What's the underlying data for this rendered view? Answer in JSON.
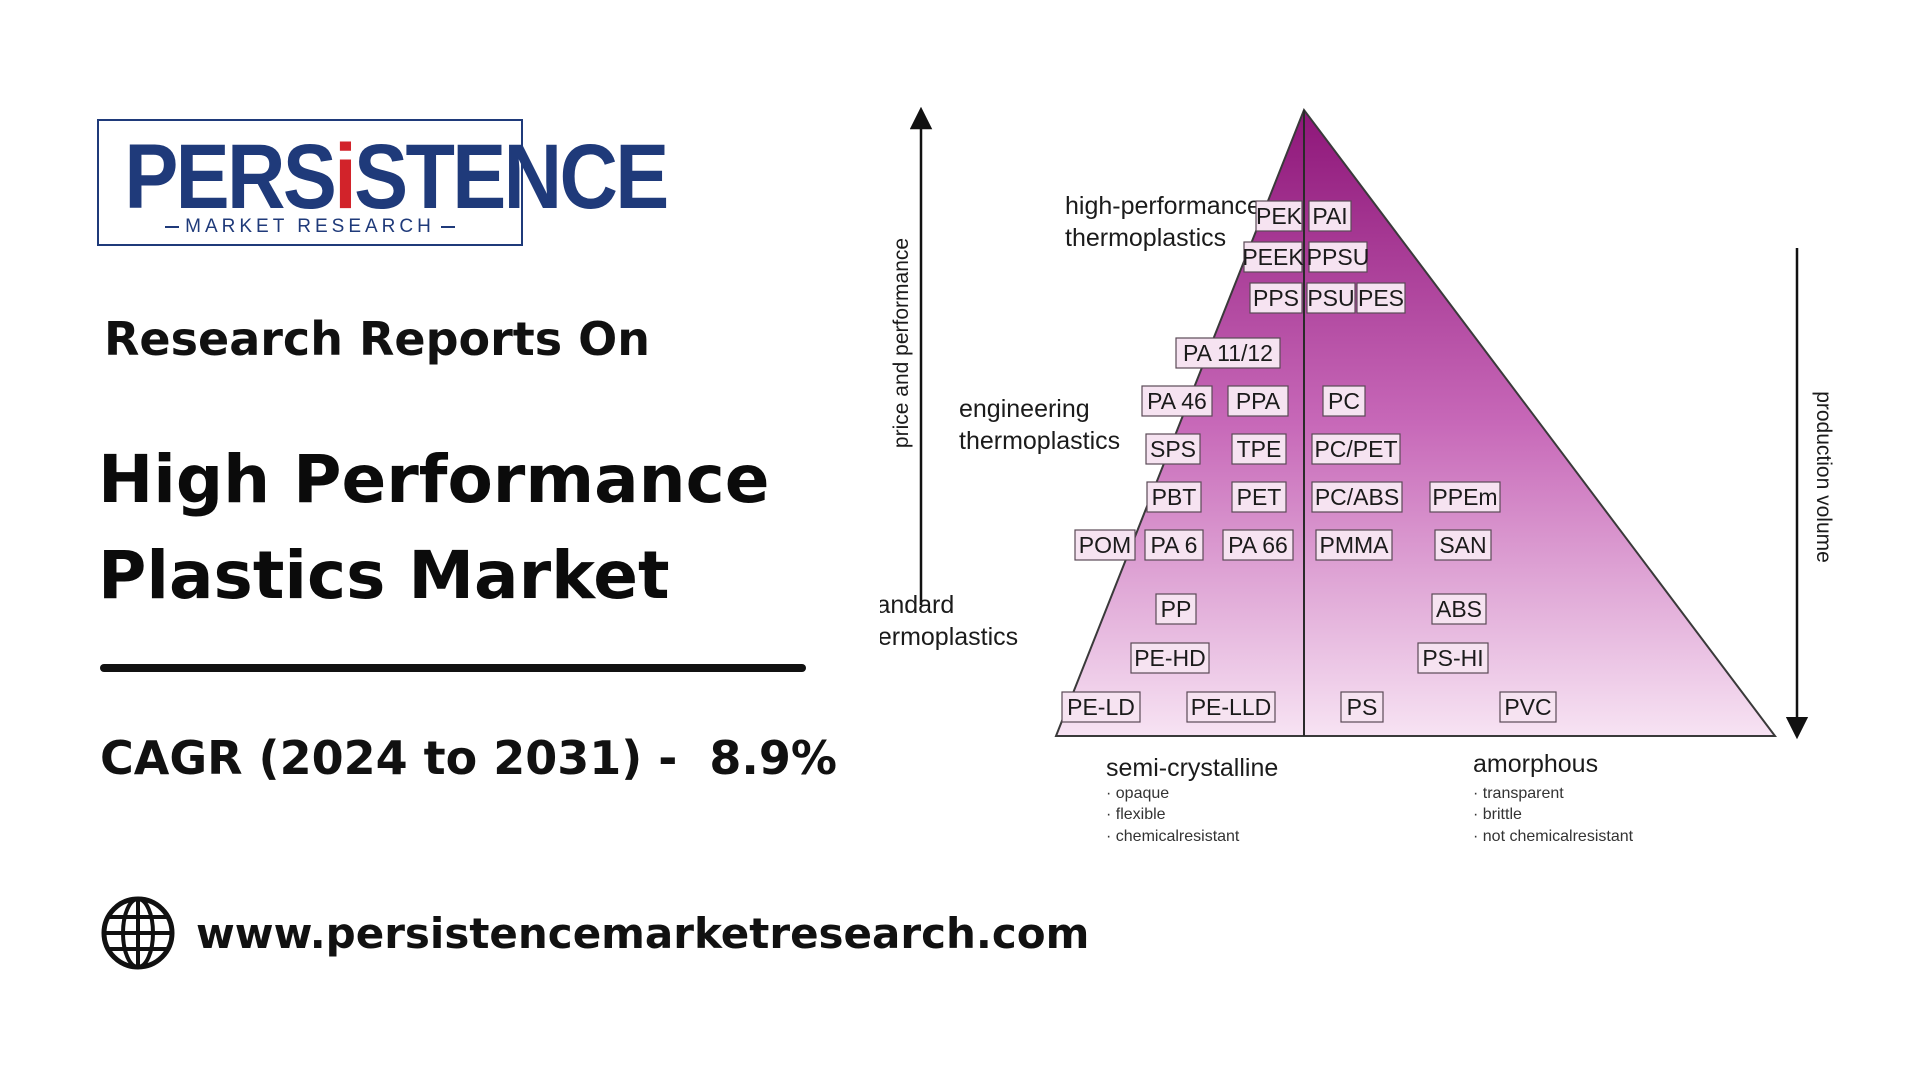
{
  "logo": {
    "word_prefix": "PERS",
    "word_accent": "i",
    "word_suffix": "STENCE",
    "subtitle": "MARKET RESEARCH",
    "colors": {
      "navy": "#1f3a7a",
      "red": "#d2232a"
    }
  },
  "kicker": "Research Reports On",
  "headline": {
    "line1": "High Performance",
    "line2": "Plastics Market"
  },
  "cagr": "CAGR (2024 to 2031) -  8.9%",
  "website": {
    "icon": "globe-icon",
    "url": "www.persistencemarketresearch.com"
  },
  "diagram": {
    "y_axis_label": "price and performance",
    "right_axis_label": "production volume",
    "categories": {
      "high": {
        "line1": "high-performance",
        "line2": "thermoplastics"
      },
      "engineering": {
        "line1": "engineering",
        "line2": "thermoplastics"
      },
      "standard": {
        "line1": "standard",
        "line2": "thermoplastics"
      }
    },
    "materials": {
      "pek": "PEK",
      "pai": "PAI",
      "peek": "PEEK",
      "ppsu": "PPSU",
      "pps": "PPS",
      "psu": "PSU",
      "pes": "PES",
      "pa1112": "PA 11/12",
      "pa46": "PA 46",
      "ppa": "PPA",
      "pc": "PC",
      "sps": "SPS",
      "tpe": "TPE",
      "pcpet": "PC/PET",
      "pbt": "PBT",
      "pet": "PET",
      "pcabs": "PC/ABS",
      "ppem": "PPEm",
      "pom": "POM",
      "pa6": "PA 6",
      "pa66": "PA 66",
      "pmma": "PMMA",
      "san": "SAN",
      "pp": "PP",
      "abs": "ABS",
      "pehd": "PE-HD",
      "pshi": "PS-HI",
      "peld": "PE-LD",
      "pelld": "PE-LLD",
      "ps": "PS",
      "pvc": "PVC"
    },
    "semi_crystalline": {
      "title": "semi-crystalline",
      "props": [
        "· opaque",
        "· flexible",
        "· chemicalresistant"
      ]
    },
    "amorphous": {
      "title": "amorphous",
      "props": [
        "· transparent",
        "· brittle",
        "· not chemicalresistant"
      ]
    },
    "colors": {
      "apex": "#8e1679",
      "mid": "#c768b8",
      "base": "#f7e3f3",
      "box": "#f6e3f1"
    }
  }
}
